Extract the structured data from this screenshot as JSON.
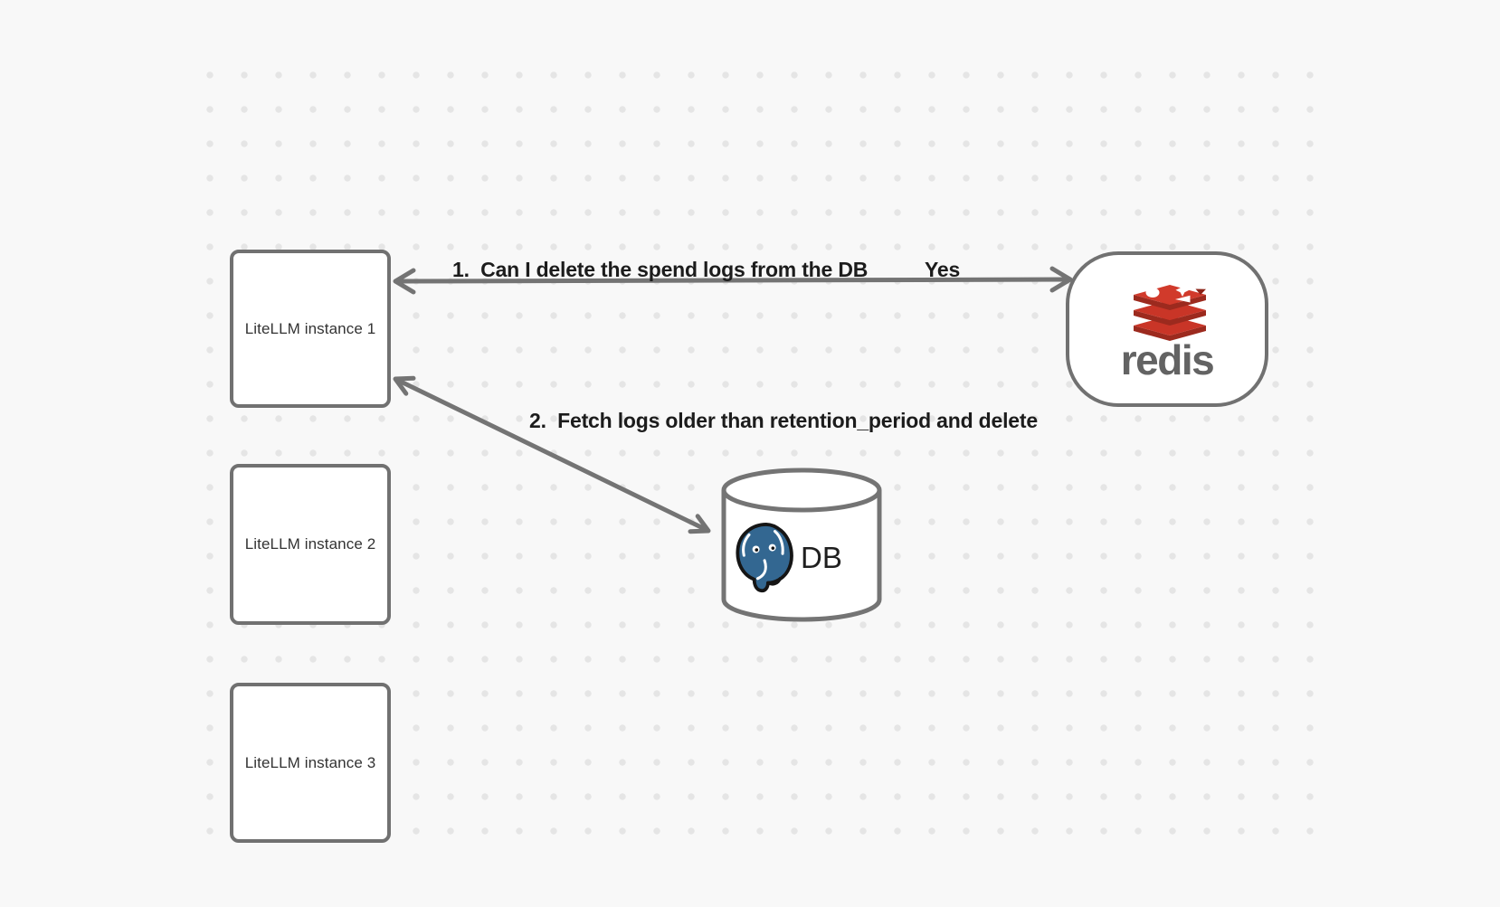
{
  "app": {
    "type": "whiteboard-diagram-canvas",
    "background_color": "#f8f8f8",
    "dot_grid_color": "#e5e5e5"
  },
  "colors": {
    "shape_stroke": "#717171",
    "arrow_stroke": "#747474",
    "edge_label_text": "#1c1c1c",
    "node_text": "#333333",
    "db_text": "#1f1f1f",
    "redis_red": "#c93527",
    "redis_red_dark": "#9c2a1e",
    "redis_wordmark_gray": "#636363",
    "postgres_blue": "#336791"
  },
  "nodes": {
    "litellm_instances": [
      {
        "label": "LiteLLM instance 1"
      },
      {
        "label": "LiteLLM instance 2"
      },
      {
        "label": "LiteLLM instance 3"
      }
    ],
    "redis": {
      "wordmark": "redis",
      "icon": "redis-logo-icon",
      "shape": "rounded-squircle"
    },
    "database": {
      "label": "DB",
      "icon": "postgresql-elephant-icon",
      "shape": "cylinder"
    }
  },
  "edges": [
    {
      "label": "1.  Can I delete the spend logs from the DB",
      "response_label": "Yes",
      "endpoints": [
        "LiteLLM instance 1",
        "redis"
      ],
      "arrowheads": "both-ends"
    },
    {
      "label": "2.  Fetch logs older than retention_period and delete",
      "endpoints": [
        "LiteLLM instance 1",
        "DB"
      ],
      "arrowheads": "both-ends"
    }
  ]
}
